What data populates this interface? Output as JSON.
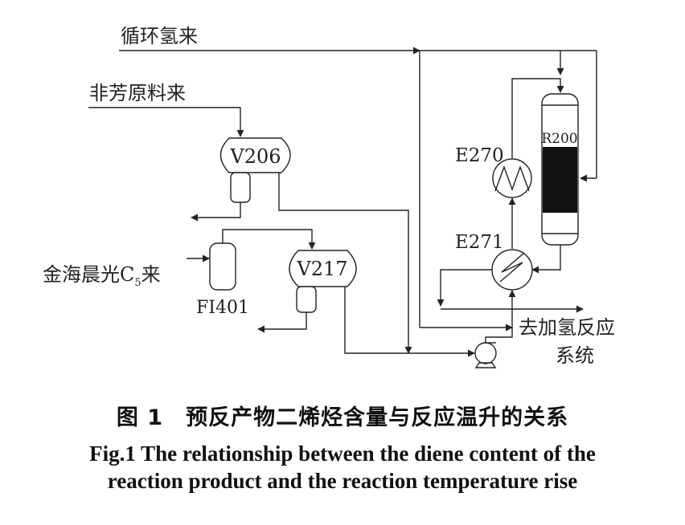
{
  "diagram": {
    "inputs": {
      "recycle_hydrogen": "循环氢来",
      "non_aromatic_feed": "非芳原料来",
      "jinhai_c5_pre": "金海晨光C",
      "jinhai_c5_sub": "5",
      "jinhai_c5_post": "来"
    },
    "equipment": {
      "v206": "V206",
      "v217": "V217",
      "fi401": "FI401",
      "r200": "R200",
      "e270": "E270",
      "e271": "E271"
    },
    "outputs": {
      "to_hydrogenation_line1": "去加氢反应",
      "to_hydrogenation_line2": "系统"
    },
    "colors": {
      "line": "#222222",
      "catalyst_bed": "#111111"
    }
  },
  "caption": {
    "zh_number": "图 1",
    "zh_title": "预反产物二烯烃含量与反应温升的关系",
    "en_line1": "Fig.1 The relationship between the diene content of the",
    "en_line2": "reaction product and the reaction temperature rise"
  }
}
